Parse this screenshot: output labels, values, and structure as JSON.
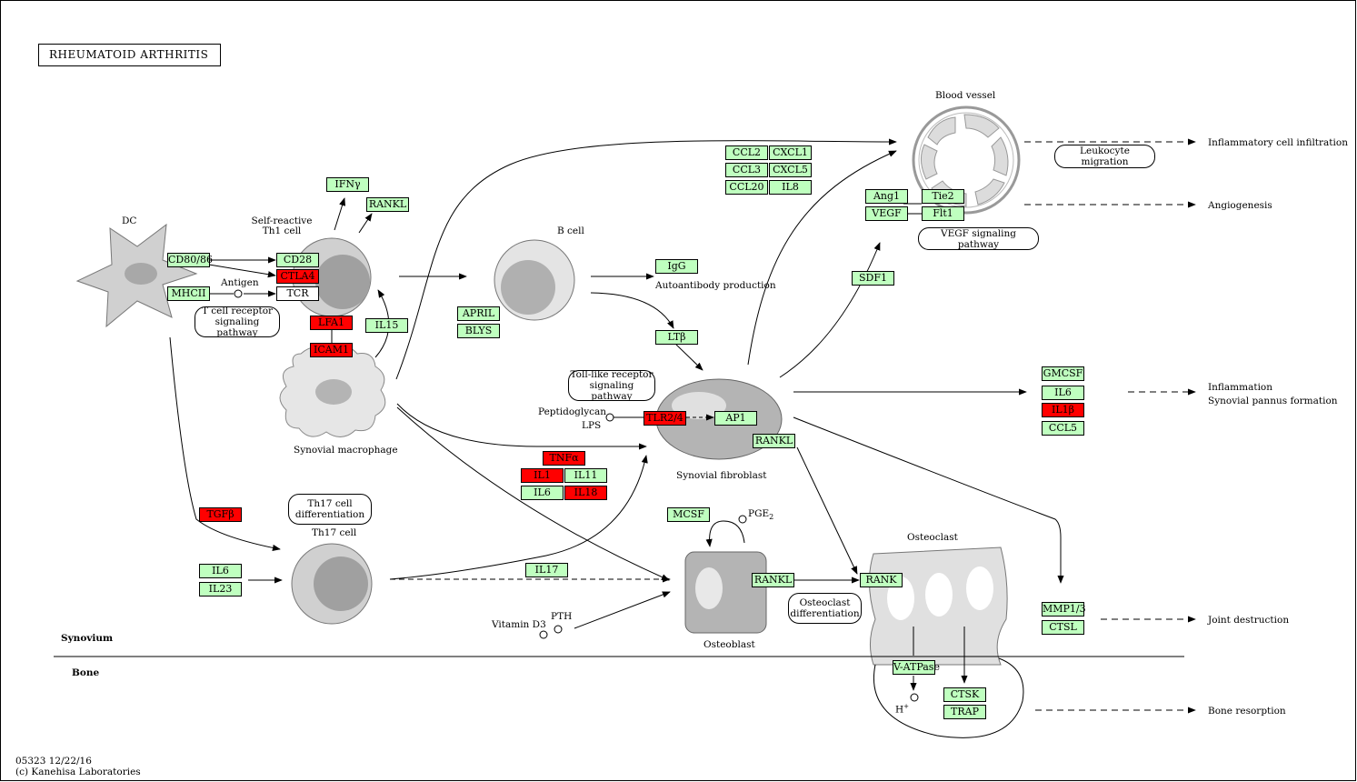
{
  "title": "RHEUMATOID  ARTHRITIS",
  "footer": {
    "code": "05323 12/22/16",
    "copyright": "(c) Kanehisa Laboratories"
  },
  "colors": {
    "gene_box": "#bfffbf",
    "highlighted": "#ff0000",
    "cell_fill": "#d0d0d0"
  },
  "labels": {
    "dc": "DC",
    "self_reactive_th1_1": "Self-reactive",
    "self_reactive_th1_2": "Th1 cell",
    "antigen": "Antigen",
    "b_cell": "B cell",
    "autoantibody_production": "Autoantibody production",
    "synovial_macrophage": "Synovial macrophage",
    "peptidoglycan": "Peptidoglycan",
    "lps": "LPS",
    "synovial_fibroblast": "Synovial fibroblast",
    "th17_cell": "Th17 cell",
    "pge2": "PGE",
    "pge2_sub": "2",
    "vitamin_d3": "Vitamin D3",
    "pth": "PTH",
    "osteoblast": "Osteoblast",
    "osteoclast": "Osteoclast",
    "blood_vessel": "Blood vessel",
    "h_plus": "H",
    "h_plus_sup": "+",
    "synovium": "Synovium",
    "bone": "Bone",
    "inflammatory_cell_infiltration": "Inflammatory cell infiltration",
    "angiogenesis": "Angiogenesis",
    "inflammation": "Inflammation",
    "synovial_pannus_formation": "Synovial pannus formation",
    "joint_destruction": "Joint destruction",
    "bone_resorption": "Bone resorption"
  },
  "pathways": {
    "tcr_1": "T cell receptor",
    "tcr_2": "signaling pathway",
    "toll_1": "Toll-like receptor",
    "toll_2": "signaling pathway",
    "th17_diff_1": "Th17 cell",
    "th17_diff_2": "differentiation",
    "leukocyte_migration": "Leukocyte migration",
    "vegf_pathway": "VEGF signaling pathway",
    "osteoclast_diff_1": "Osteoclast",
    "osteoclast_diff_2": "differentiation"
  },
  "genes": {
    "cd80_86": "CD80/86",
    "mhcii": "MHCII",
    "cd28": "CD28",
    "ctla4": "CTLA4",
    "tcr": "TCR",
    "ifng": "IFNγ",
    "rankl_th1": "RANKL",
    "lfa1": "LFA1",
    "icam1": "ICAM1",
    "il15": "IL15",
    "april": "APRIL",
    "blys": "BLYS",
    "igg": "IgG",
    "ltb": "LTβ",
    "ccl2": "CCL2",
    "cxcl1": "CXCL1",
    "ccl3": "CCL3",
    "cxcl5": "CXCL5",
    "ccl20": "CCL20",
    "il8": "IL8",
    "ang1": "Ang1",
    "tie2": "Tie2",
    "vegf": "VEGF",
    "flt1": "Flt1",
    "sdf1": "SDF1",
    "tlr24": "TLR2/4",
    "ap1": "AP1",
    "rankl_fib": "RANKL",
    "tnfa": "TNFα",
    "il1": "IL1",
    "il11": "IL11",
    "il6_mac": "IL6",
    "il18": "IL18",
    "gmcsf": "GMCSF",
    "il6_infl": "IL6",
    "il1b": "IL1β",
    "ccl5": "CCL5",
    "tgfb": "TGFβ",
    "il6_th17": "IL6",
    "il23": "IL23",
    "il17": "IL17",
    "mcsf": "MCSF",
    "rankl_ob": "RANKL",
    "rank": "RANK",
    "vatpase": "V-ATPase",
    "ctsk": "CTSK",
    "trap": "TRAP",
    "mmp13": "MMP1/3",
    "ctsl": "CTSL"
  }
}
